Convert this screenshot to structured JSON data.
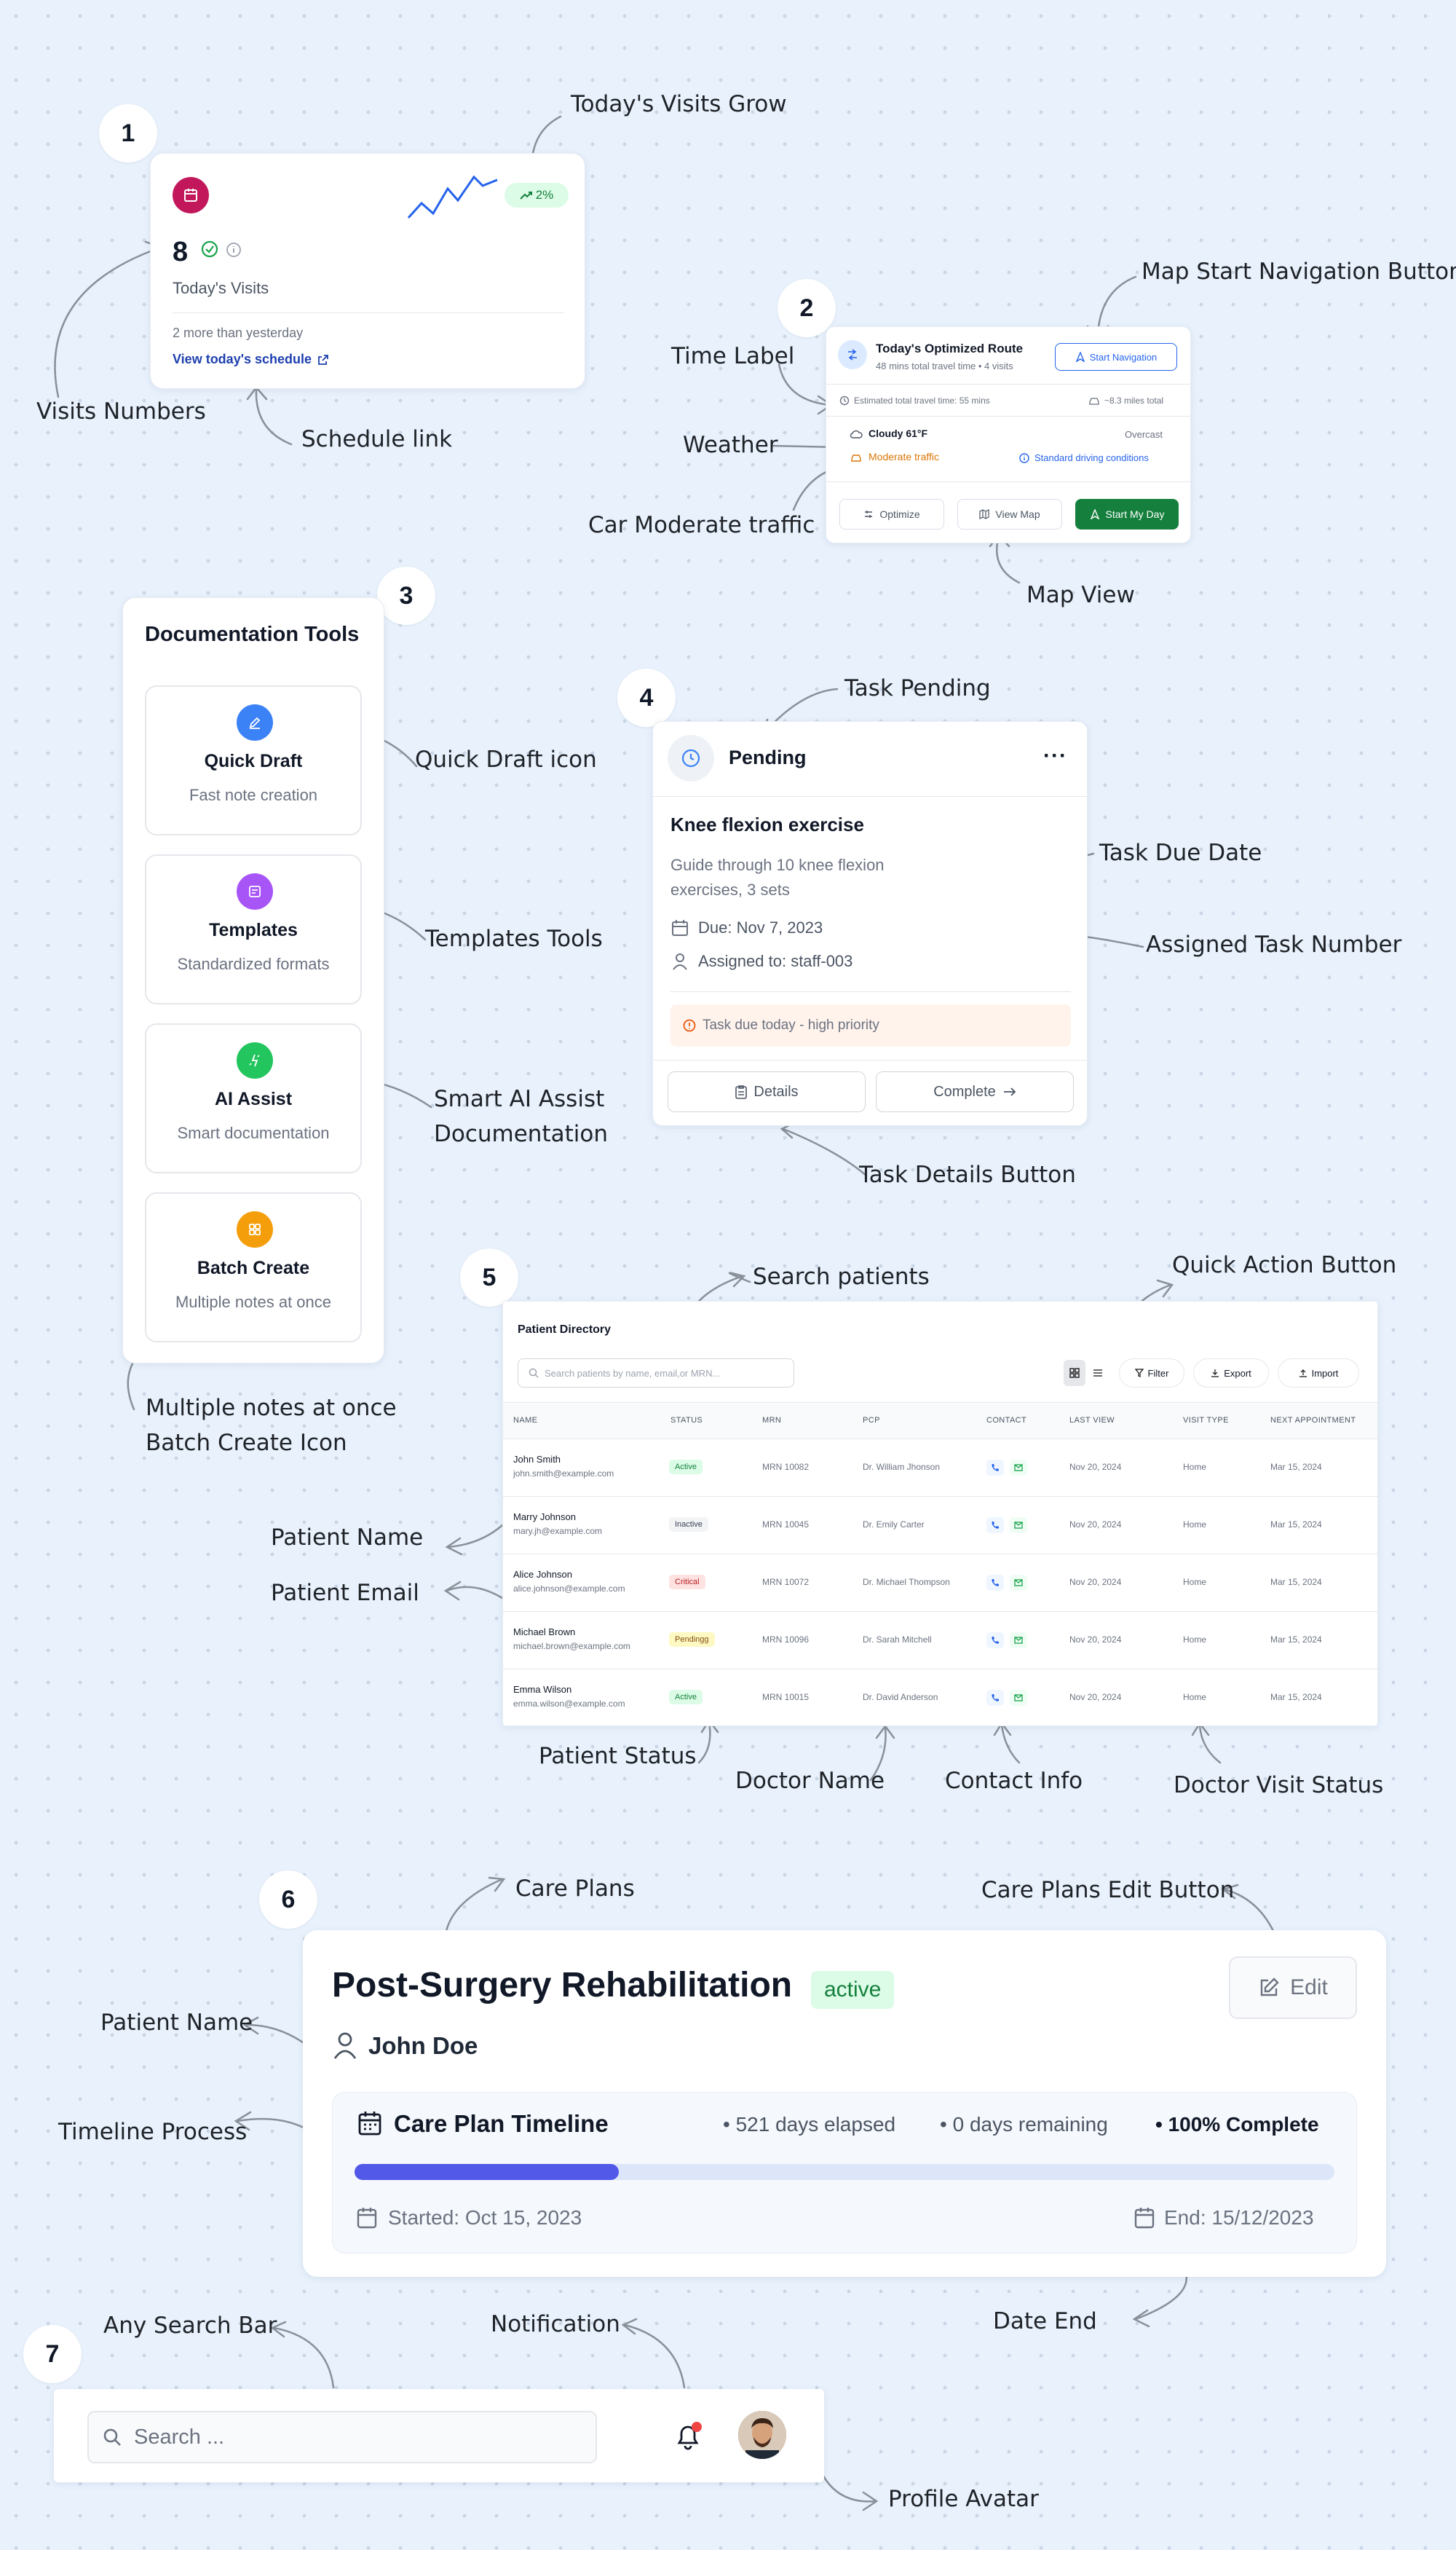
{
  "numbers": [
    "1",
    "2",
    "3",
    "4",
    "5",
    "6",
    "7"
  ],
  "visits_card": {
    "count": "8",
    "label": "Today's Visits",
    "growth": "2%",
    "comparison": "2 more than yesterday",
    "link": "View today's schedule"
  },
  "route_card": {
    "title": "Today's Optimized Route",
    "subtitle": "48 mins total travel time • 4 visits",
    "start_nav": "Start Navigation",
    "est_time": "Estimated total travel time: 55 mins",
    "distance": "~8.3 miles total",
    "weather": "Cloudy 61°F",
    "overcast": "Overcast",
    "traffic": "Moderate traffic",
    "driving": "Standard driving conditions",
    "optimize": "Optimize",
    "view_map": "View Map",
    "start_day": "Start My Day"
  },
  "doc_tools": {
    "title": "Documentation Tools",
    "items": [
      {
        "title": "Quick Draft",
        "sub": "Fast note creation"
      },
      {
        "title": "Templates",
        "sub": "Standardized formats"
      },
      {
        "title": "AI Assist",
        "sub": "Smart documentation"
      },
      {
        "title": "Batch Create",
        "sub": "Multiple notes at once"
      }
    ]
  },
  "task_card": {
    "status": "Pending",
    "title": "Knee flexion exercise",
    "desc1": "Guide through 10 knee flexion",
    "desc2": "exercises, 3 sets",
    "due": "Due: Nov 7, 2023",
    "assigned": "Assigned to: staff-003",
    "alert": "Task due today - high priority",
    "details": "Details",
    "complete": "Complete"
  },
  "directory": {
    "title": "Patient Directory",
    "search_placeholder": "Search patients by name, email,or MRN...",
    "filter": "Filter",
    "export": "Export",
    "import": "Import",
    "columns": [
      "NAME",
      "STATUS",
      "MRN",
      "PCP",
      "CONTACT",
      "LAST VIEW",
      "VISIT TYPE",
      "NEXT APPOINTMENT"
    ],
    "rows": [
      {
        "name": "John Smith",
        "email": "john.smith@example.com",
        "status": "Active",
        "mrn": "MRN 10082",
        "pcp": "Dr. William Jhonson",
        "last": "Nov 20, 2024",
        "type": "Home",
        "next": "Mar 15, 2024"
      },
      {
        "name": "Marry Johnson",
        "email": "mary.jh@example.com",
        "status": "Inactive",
        "mrn": "MRN 10045",
        "pcp": "Dr. Emily Carter",
        "last": "Nov 20, 2024",
        "type": "Home",
        "next": "Mar 15, 2024"
      },
      {
        "name": "Alice Johnson",
        "email": "alice.johnson@example.com",
        "status": "Critical",
        "mrn": "MRN 10072",
        "pcp": "Dr. Michael Thompson",
        "last": "Nov 20, 2024",
        "type": "Home",
        "next": "Mar 15, 2024"
      },
      {
        "name": "Michael Brown",
        "email": "michael.brown@example.com",
        "status": "Pendingg",
        "mrn": "MRN 10096",
        "pcp": "Dr. Sarah Mitchell",
        "last": "Nov 20, 2024",
        "type": "Home",
        "next": "Mar 15, 2024"
      },
      {
        "name": "Emma Wilson",
        "email": "emma.wilson@example.com",
        "status": "Active",
        "mrn": "MRN 10015",
        "pcp": "Dr. David Anderson",
        "last": "Nov 20, 2024",
        "type": "Home",
        "next": "Mar 15, 2024"
      }
    ],
    "status_colors": {
      "Active": [
        "#dcfce7",
        "#15803d"
      ],
      "Inactive": [
        "#f3f4f6",
        "#374151"
      ],
      "Critical": [
        "#fee2e2",
        "#b91c1c"
      ],
      "Pendingg": [
        "#fef9c3",
        "#854d0e"
      ]
    }
  },
  "care_plan": {
    "title": "Post-Surgery Rehabilitation",
    "status": "active",
    "edit": "Edit",
    "patient": "John Doe",
    "timeline_title": "Care Plan Timeline",
    "elapsed": "521 days elapsed",
    "remaining": "0 days remaining",
    "complete": "100% Complete",
    "progress": 0.27,
    "started": "Started: Oct 15, 2023",
    "end": "End: 15/12/2023"
  },
  "search_bar": {
    "placeholder": "Search ..."
  },
  "annotations": {
    "visits_grow": "Today's Visits Grow",
    "visits_numbers": "Visits Numbers",
    "schedule_link": "Schedule link",
    "map_start": "Map Start Navigation Button",
    "time_label": "Time Label",
    "weather": "Weather",
    "car_traffic": "Car Moderate traffic",
    "map_view": "Map View",
    "quick_draft_icon": "Quick Draft icon",
    "templates_tools": "Templates Tools",
    "smart_ai_1": "Smart AI Assist",
    "smart_ai_2": "Documentation",
    "batch_1": "Multiple notes at once",
    "batch_2": "Batch Create Icon",
    "task_pending": "Task Pending",
    "task_due": "Task Due Date",
    "assigned_task": "Assigned Task Number",
    "task_details": "Task Details Button",
    "search_patients": "Search patients",
    "quick_action": "Quick Action Button",
    "patient_name": "Patient Name",
    "patient_email": "Patient Email",
    "patient_status": "Patient Status",
    "doctor_name": "Doctor Name",
    "contact_info": "Contact Info",
    "doctor_visit": "Doctor Visit Status",
    "care_plans": "Care Plans",
    "care_edit": "Care Plans Edit Button",
    "cp_patient_name": "Patient Name",
    "timeline_process": "Timeline Process",
    "date_end": "Date  End",
    "any_search": "Any Search Bar",
    "notification": "Notification",
    "profile_avatar": "Profile Avatar"
  }
}
